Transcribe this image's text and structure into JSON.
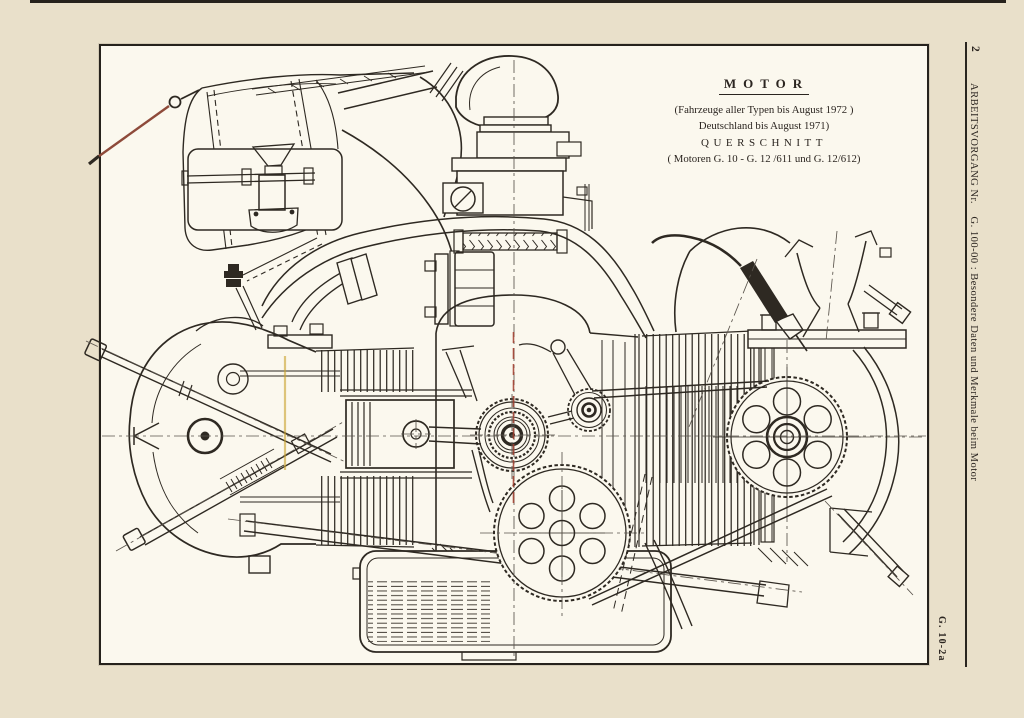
{
  "page": {
    "paper_color": "#e9e0ca",
    "sheet_color": "#fbf8ee",
    "ink_color": "#2b2520",
    "page_number": "2",
    "side_caption": "ARBEITSVORGANG Nr.    G. 100-00 : Besondere Daten und Merkmale beim Motor",
    "sheet_code": "G. 10-2a"
  },
  "title_block": {
    "heading": "MOTOR",
    "note_line1": "(Fahrzeuge aller Typen bis August 1972 )",
    "note_line2": "Deutschland bis August 1971)",
    "subheading": "QUERSCHNITT",
    "note_line3": "( Motoren G. 10 - G. 12 /611 und G. 12/612)"
  },
  "figure": {
    "kind": "engine cross-section technical line drawing",
    "accent_red": "#9a4434",
    "accent_yellow": "#c9a22b",
    "parts": [
      "air cleaner",
      "intake elbow",
      "carburetor",
      "intake manifold",
      "left cylinder head",
      "piston",
      "crankshaft timing sprocket",
      "belt tensioner pulley",
      "bottom timing pulley",
      "camshaft pulley",
      "finned cylinders",
      "spark plug",
      "engine mount",
      "oil pan",
      "support tube"
    ]
  }
}
